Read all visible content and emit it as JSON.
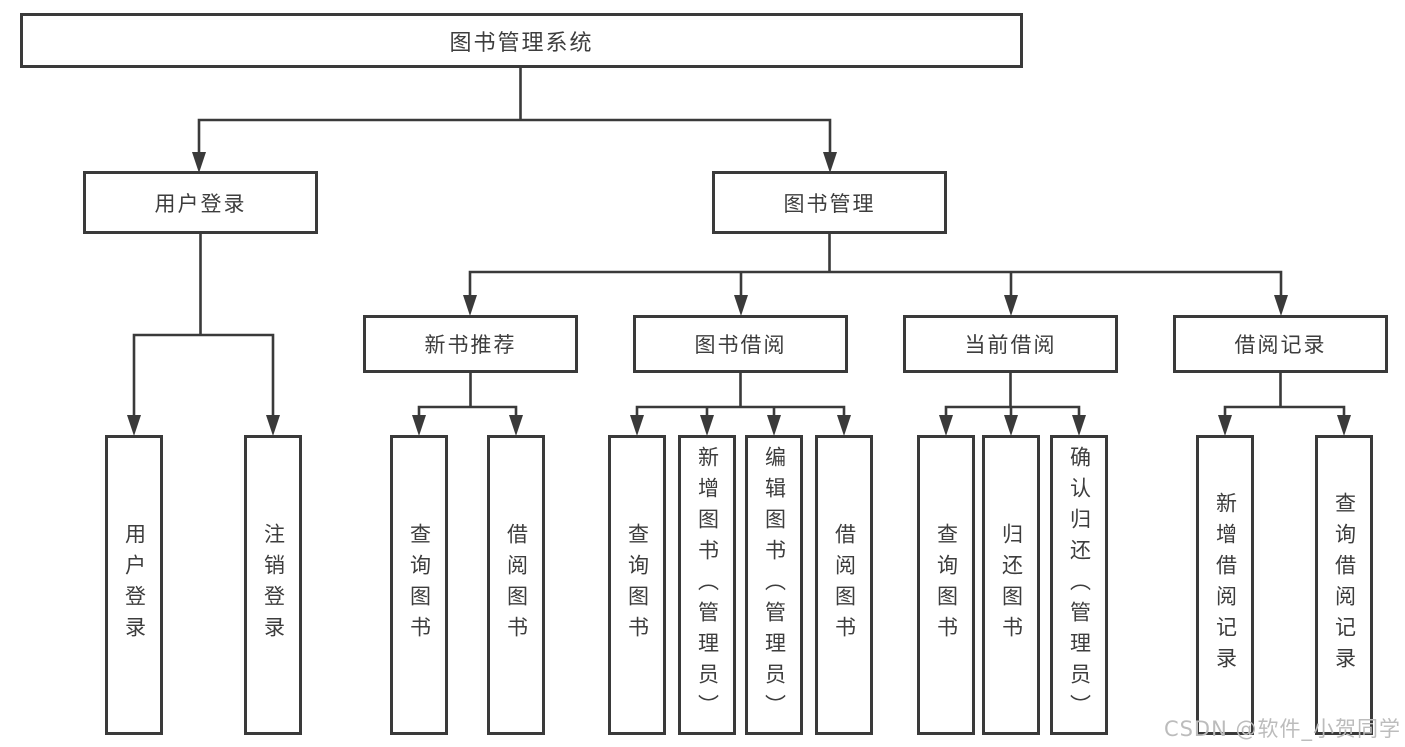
{
  "diagram": {
    "root": {
      "label": "图书管理系统"
    },
    "level2": [
      {
        "label": "用户登录"
      },
      {
        "label": "图书管理"
      }
    ],
    "level3": [
      {
        "label": "新书推荐"
      },
      {
        "label": "图书借阅"
      },
      {
        "label": "当前借阅"
      },
      {
        "label": "借阅记录"
      }
    ],
    "leaves": [
      {
        "label": "用户登录"
      },
      {
        "label": "注销登录"
      },
      {
        "label": "查询图书"
      },
      {
        "label": "借阅图书"
      },
      {
        "label": "查询图书"
      },
      {
        "label": "新增图书（管理员）"
      },
      {
        "label": "编辑图书（管理员）"
      },
      {
        "label": "借阅图书"
      },
      {
        "label": "查询图书"
      },
      {
        "label": "归还图书"
      },
      {
        "label": "确认归还（管理员）"
      },
      {
        "label": "新增借阅记录"
      },
      {
        "label": "查询借阅记录"
      }
    ],
    "watermark": "CSDN @软件_小贺同学",
    "colors": {
      "line": "#3a3a3a",
      "text": "#3d3d3d",
      "watermark": "#bcbcbc",
      "background": "#ffffff"
    }
  }
}
